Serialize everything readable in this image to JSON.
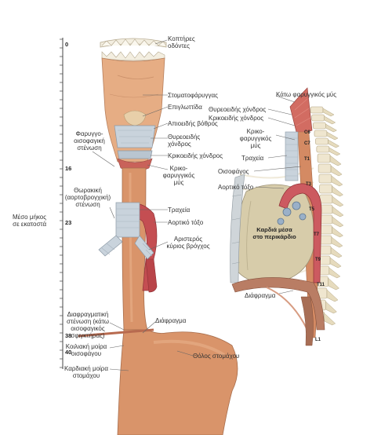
{
  "scale": {
    "title": "Μέσο μήκος\nσε εκατοστά",
    "ticks": [
      "0",
      "16",
      "23",
      "38",
      "40"
    ]
  },
  "left_labels": {
    "incisors": "Κοπτήρες\nοδόντες",
    "oropharynx": "Στοματοφάρυγγας",
    "epiglottis": "Επιγλωττίδα",
    "piriform": "Απιοειδής βόθρος",
    "thyroid": "Θυρεοειδής\nχόνδρος",
    "cricoid": "Κρικοειδής χόνδρος",
    "cricopharyngeus": "Κρικο-\nφαρυγγικός\nμύς",
    "pe_constriction": "Φαρυγγο-\nοισοφαγική\nστένωση",
    "thoracic_constriction": "Θωρακική\n(αορτοβρογχική)\nστένωση",
    "trachea": "Τραχεία",
    "aortic_arch": "Αορτικό τόξο",
    "left_bronchus": "Αριστερός\nκύριος βρόγχος",
    "diaphragm_constriction": "Διαφραγματική\nστένωση (κάτω\nοισοφαγικός\nσφιγκτήρας)",
    "diaphragm": "Διάφραγμα",
    "abdominal_part": "Κοιλιακή μοίρα\nοισοφάγου",
    "fundus": "Θόλος στομάχου",
    "cardiac_part": "Καρδιακή μοίρα\nστομάχου"
  },
  "right_labels": {
    "inferior_pharyngeal": "Κάτω φαρυγγικός μύς",
    "thyroid": "Θυρεοειδής χόνδρος",
    "cricoid": "Κρικοειδής χόνδρος",
    "cricopharyngeus": "Κρικο-\nφαρυγγικός\nμύς",
    "trachea": "Τραχεία",
    "esophagus": "Οισοφάγος",
    "aortic_arch": "Αορτικό τόξο",
    "heart": "Καρδιά μέσα\nστο περικάρδιο",
    "diaphragm": "Διάφραγμα"
  },
  "vertebrae": [
    "C6",
    "C7",
    "T1",
    "T3",
    "T5",
    "T7",
    "T9",
    "T11",
    "L1"
  ],
  "colors": {
    "esophagus": "#d9946a",
    "muscle": "#c9625a",
    "cartilage": "#c9d3dc",
    "bone": "#efe6cf",
    "heart": "#d7ccaa",
    "aorta": "#cc5a60"
  }
}
